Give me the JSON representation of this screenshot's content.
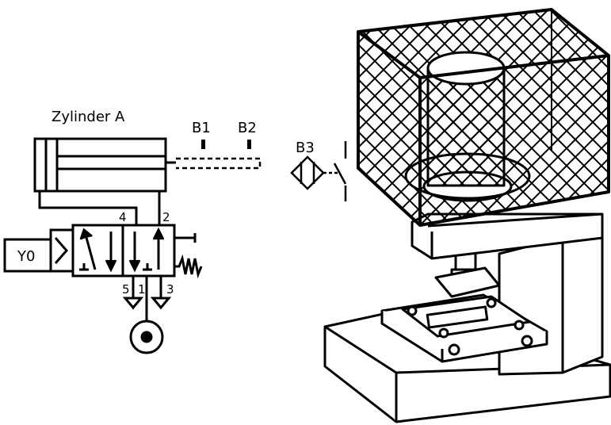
{
  "diagram": {
    "cylinder_label": "Zylinder A",
    "sensor_labels": {
      "b1": "B1",
      "b2": "B2",
      "b3": "B3"
    },
    "valve_ports": {
      "p4": "4",
      "p2": "2",
      "p5": "5",
      "p1": "1",
      "p3": "3"
    },
    "solenoid_label": "Y0"
  },
  "colors": {
    "line": "#000000",
    "background": "#ffffff"
  }
}
